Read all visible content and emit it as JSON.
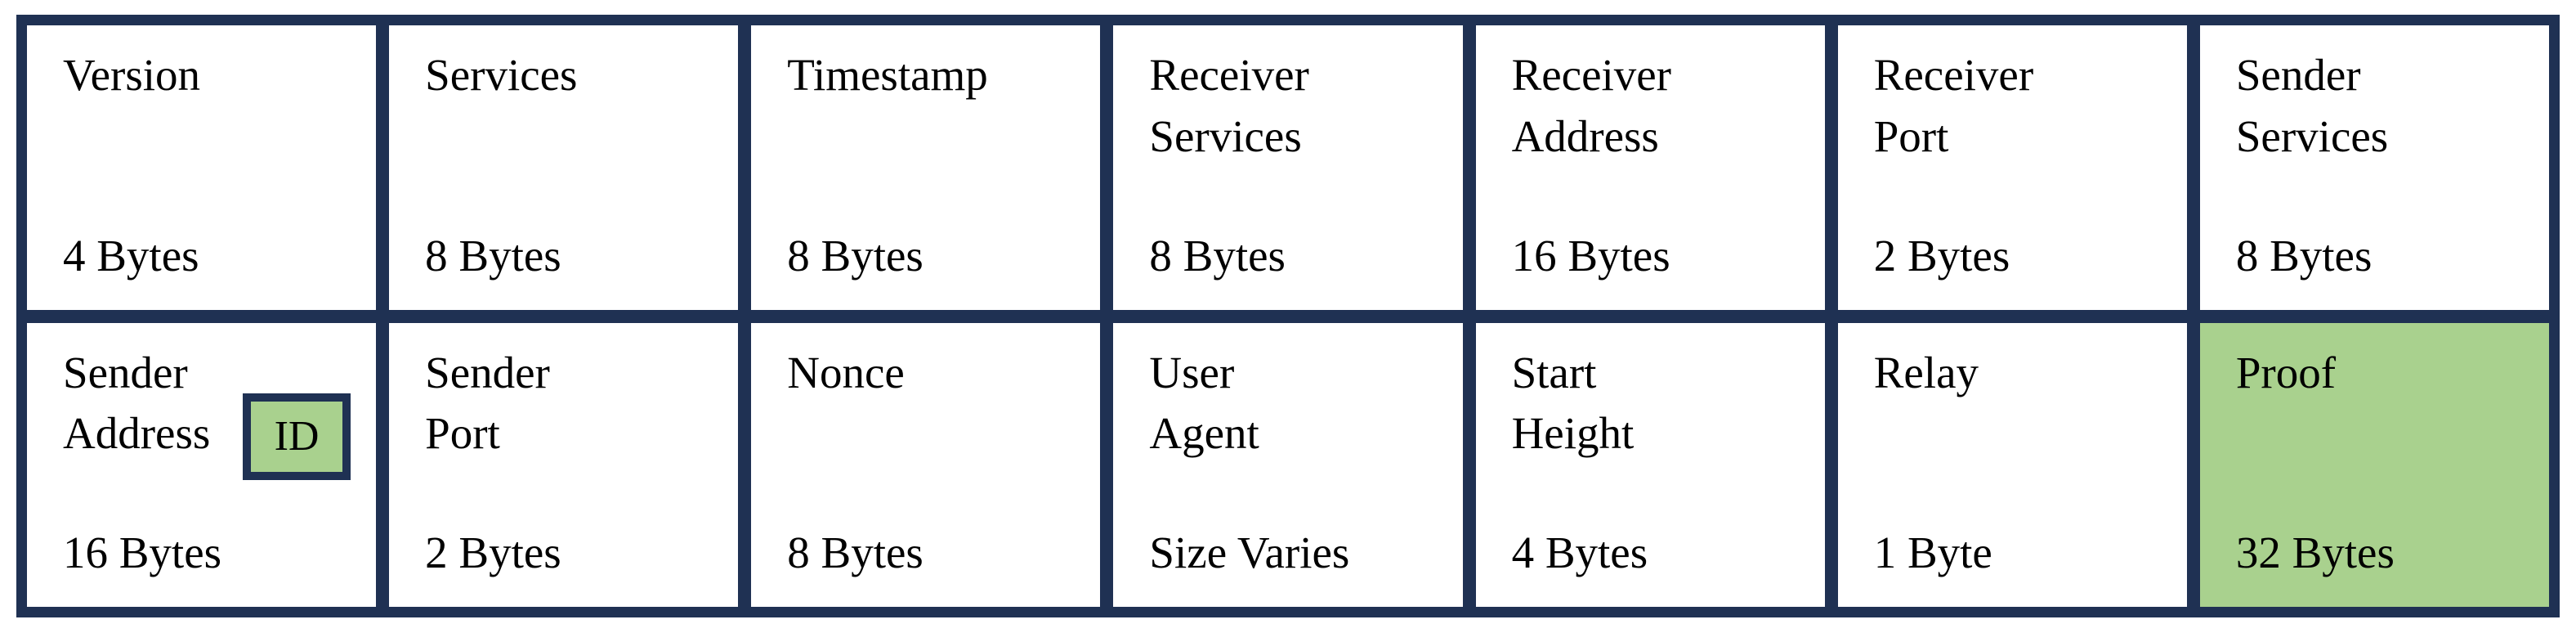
{
  "colors": {
    "navy": "#1f3153",
    "green": "#a9d18e",
    "white": "#ffffff",
    "text": "#000000"
  },
  "diagram": {
    "rows": [
      {
        "cells": [
          {
            "name": "Version",
            "size": "4 Bytes"
          },
          {
            "name": "Services",
            "size": "8 Bytes"
          },
          {
            "name": "Timestamp",
            "size": "8 Bytes"
          },
          {
            "name": "Receiver\nServices",
            "size": "8 Bytes"
          },
          {
            "name": "Receiver\nAddress",
            "size": "16 Bytes"
          },
          {
            "name": "Receiver\nPort",
            "size": "2 Bytes"
          },
          {
            "name": "Sender\nServices",
            "size": "8 Bytes"
          }
        ]
      },
      {
        "cells": [
          {
            "name": "Sender\nAddress",
            "size": "16 Bytes",
            "badge": "ID"
          },
          {
            "name": "Sender\nPort",
            "size": "2 Bytes"
          },
          {
            "name": "Nonce",
            "size": "8 Bytes"
          },
          {
            "name": "User\nAgent",
            "size": "Size Varies"
          },
          {
            "name": "Start\nHeight",
            "size": "4 Bytes"
          },
          {
            "name": "Relay",
            "size": "1 Byte"
          },
          {
            "name": "Proof",
            "size": "32 Bytes",
            "highlighted": true
          }
        ]
      }
    ]
  }
}
